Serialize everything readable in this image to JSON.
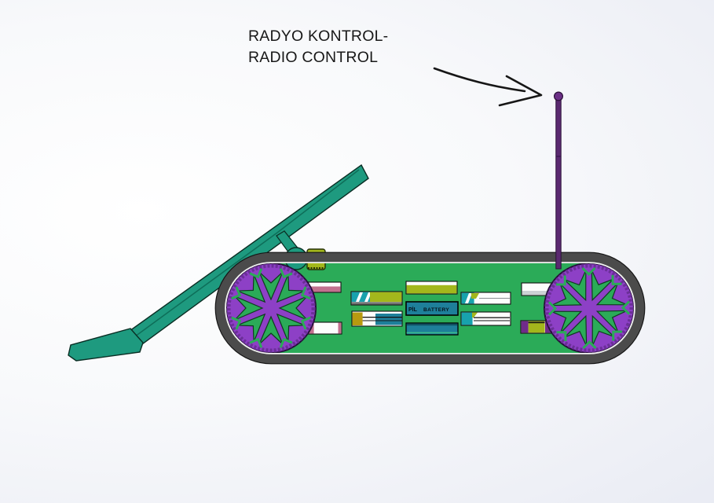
{
  "annotation": {
    "line1": "RADYO KONTROL-",
    "line2": "RADIO CONTROL"
  },
  "battery": {
    "label_primary": "PİL",
    "label_secondary": "BATTERY"
  },
  "colors": {
    "chassis_green": "#2bab58",
    "wheel_purple": "#8d40c6",
    "wheel_rim_purple": "#6b2f98",
    "spoke_green": "#2bab58",
    "arm_teal": "#1e9a7f",
    "arm_edge_teal": "#0e6e59",
    "track_gray": "#4b4b4b",
    "track_liner": "#f2f2f2",
    "antenna_purple": "#5a2970",
    "antenna_tip_purple": "#6b2f86",
    "battery_teal": "#1e7f9a",
    "olive": "#a3b71c",
    "pink": "#c2718f",
    "teal_component": "#18a2ad",
    "mustard": "#b89a10",
    "component_purple": "#702a8a",
    "annotation_ink": "#161616"
  }
}
